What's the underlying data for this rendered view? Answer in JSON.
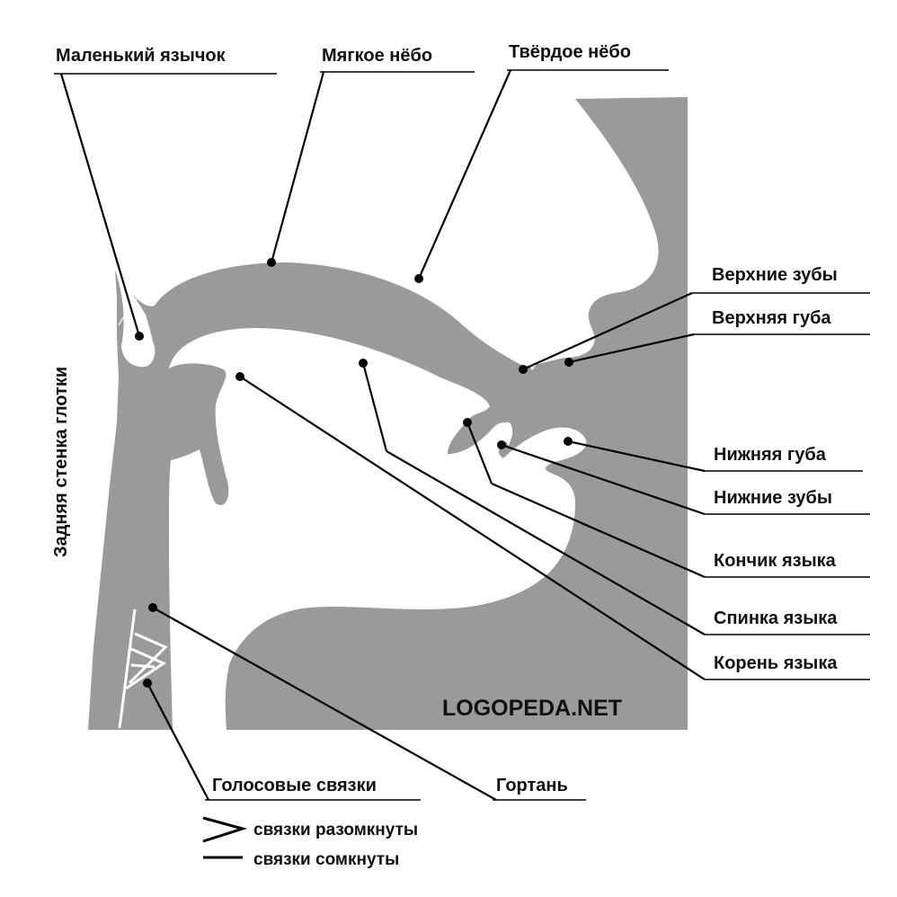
{
  "labels": {
    "uvula": "Маленький язычок",
    "soft_palate": "Мягкое нёбо",
    "hard_palate": "Твёрдое нёбо",
    "upper_teeth": "Верхние зубы",
    "upper_lip": "Верхняя губа",
    "lower_lip": "Нижняя губа",
    "lower_teeth": "Нижние зубы",
    "tongue_tip": "Кончик языка",
    "tongue_back": "Спинка языка",
    "tongue_root": "Корень языка",
    "pharynx_wall": "Задняя стенка глотки",
    "vocal_cords": "Голосовые связки",
    "larynx": "Гортань"
  },
  "legend": {
    "open": "связки разомкнуты",
    "closed": "связки сомкнуты"
  },
  "watermark": "LOGOPEDA.NET",
  "colors": {
    "tract": "#9a9a9a",
    "text": "#111111",
    "lines": "#000000"
  }
}
